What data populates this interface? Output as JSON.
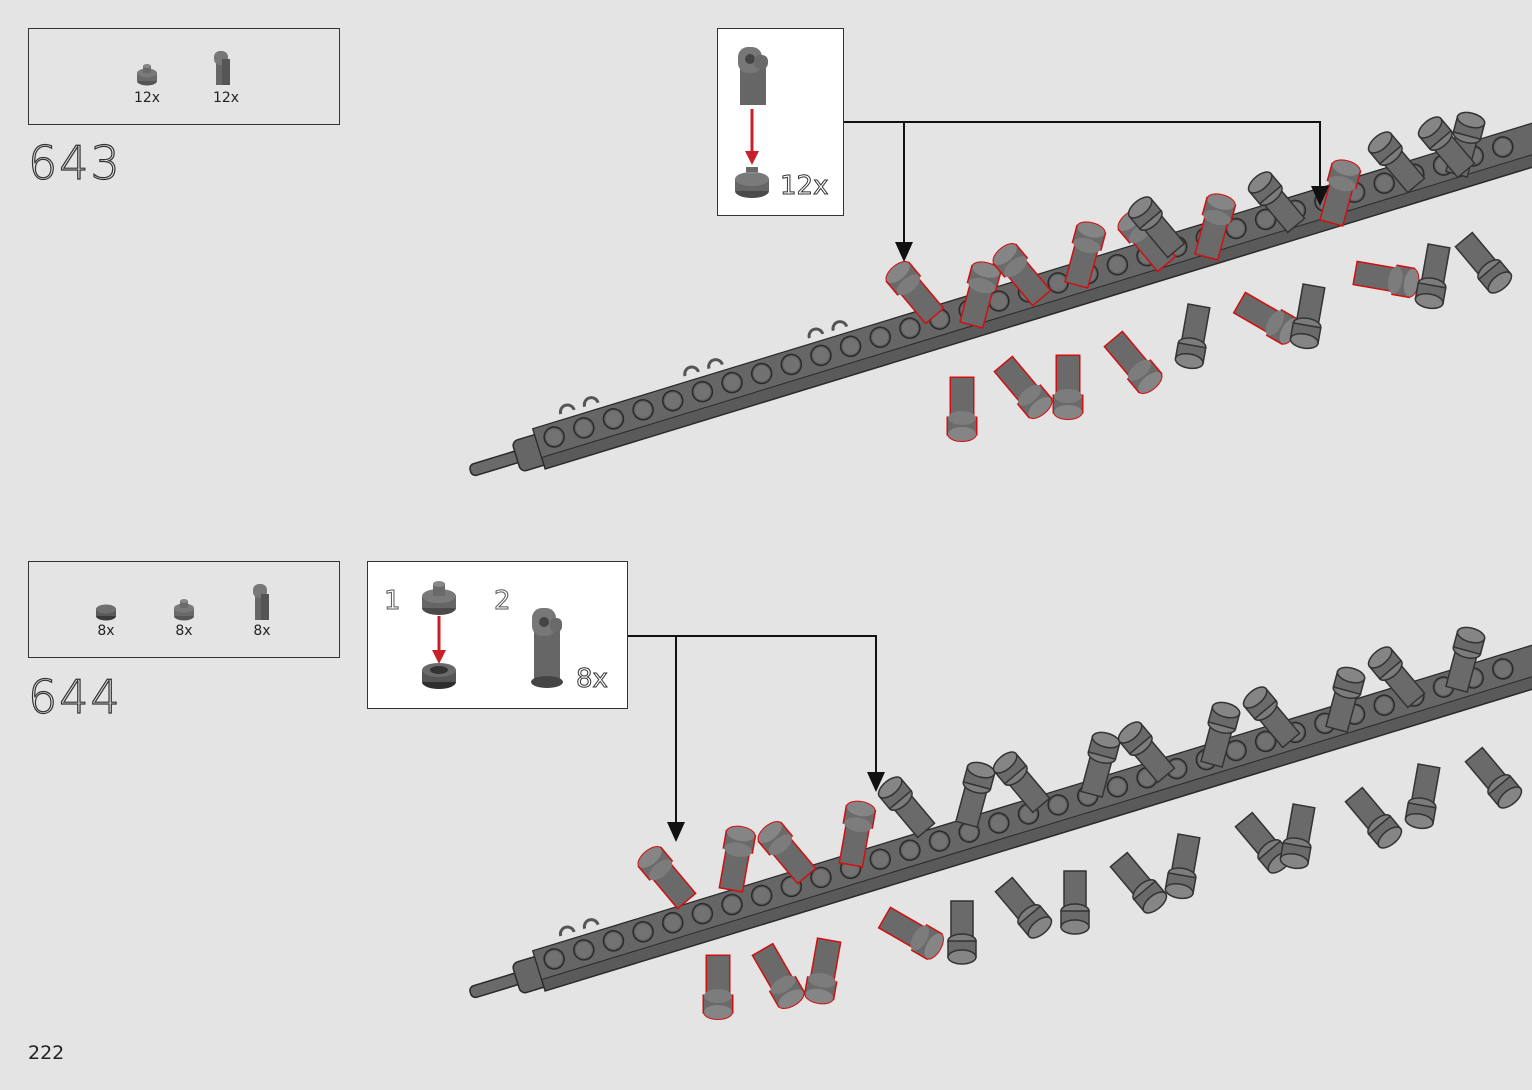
{
  "page": {
    "number": "222"
  },
  "steps": [
    {
      "number": "643",
      "parts": [
        {
          "icon": "round-plate-1x1-icon",
          "qty": "12x"
        },
        {
          "icon": "clip-bar-holder-icon",
          "qty": "12x"
        }
      ],
      "callout": {
        "qty": "12x"
      }
    },
    {
      "number": "644",
      "parts": [
        {
          "icon": "round-plate-1x1-icon",
          "qty": "8x"
        },
        {
          "icon": "round-plate-open-stud-icon",
          "qty": "8x"
        },
        {
          "icon": "clip-bar-holder-icon",
          "qty": "8x"
        }
      ],
      "callout": {
        "substep1": "1",
        "substep2": "2",
        "qty": "8x"
      }
    }
  ],
  "colors": {
    "background": "#e4e4e4",
    "part": "#6a6a6a",
    "highlight": "#d01010",
    "arrow": "#c8202a"
  }
}
